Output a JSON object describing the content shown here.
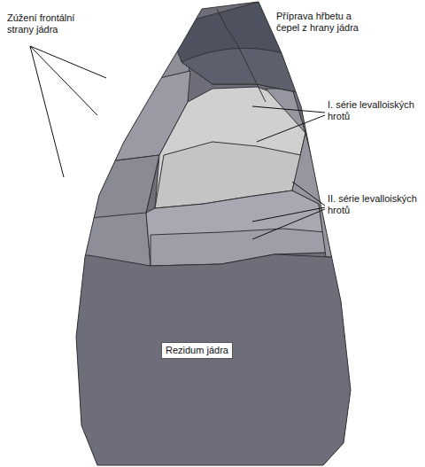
{
  "diagram": {
    "nodes": [
      {
        "text": [
          "Rezidum jádra"
        ]
      }
    ],
    "labels": [
      "Zúžení frontální strany jádra",
      "Příprava hřbetu a čepel z hrany jádra",
      "I. série levalloiských hrotů",
      "II. série levalloiských hrotů"
    ]
  }
}
